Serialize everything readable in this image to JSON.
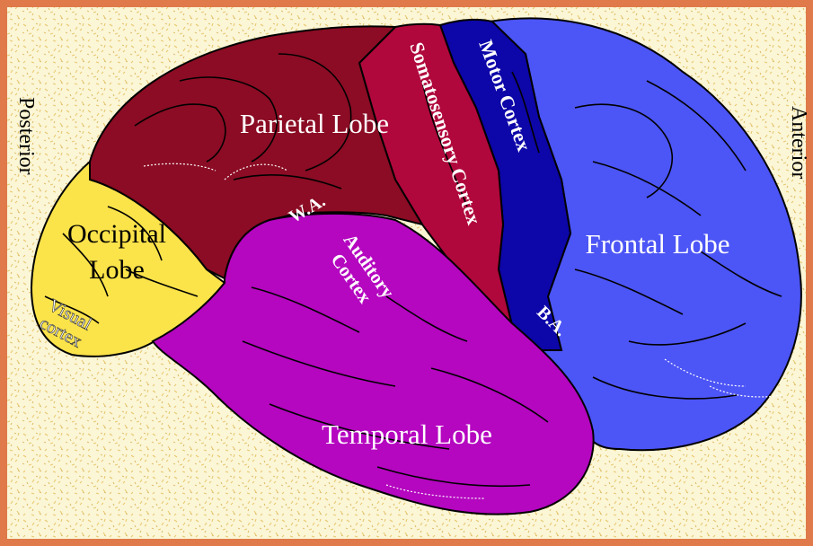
{
  "labels": {
    "parietal": "Parietal Lobe",
    "frontal": "Frontal Lobe",
    "temporal": "Temporal Lobe",
    "occipital_line1": "Occipital",
    "occipital_line2": "Lobe",
    "visual_line1": "Visual",
    "visual_line2": "cortex",
    "somatosensory": "Somatosensory Cortex",
    "motor": "Motor Cortex",
    "auditory_line1": "Auditory",
    "auditory_line2": "Cortex",
    "wa": "W.A.",
    "ba": "B.A.",
    "posterior": "Posterior",
    "anterior": "Anterior"
  },
  "colors": {
    "frame": "#e07a4a",
    "background": "#fbf6d6",
    "parietal": "#8b0c24",
    "somatosensory": "#b0083c",
    "motor": "#0d06a8",
    "frontal": "#4c55f5",
    "temporal": "#b506c0",
    "occipital": "#fbe34a"
  }
}
